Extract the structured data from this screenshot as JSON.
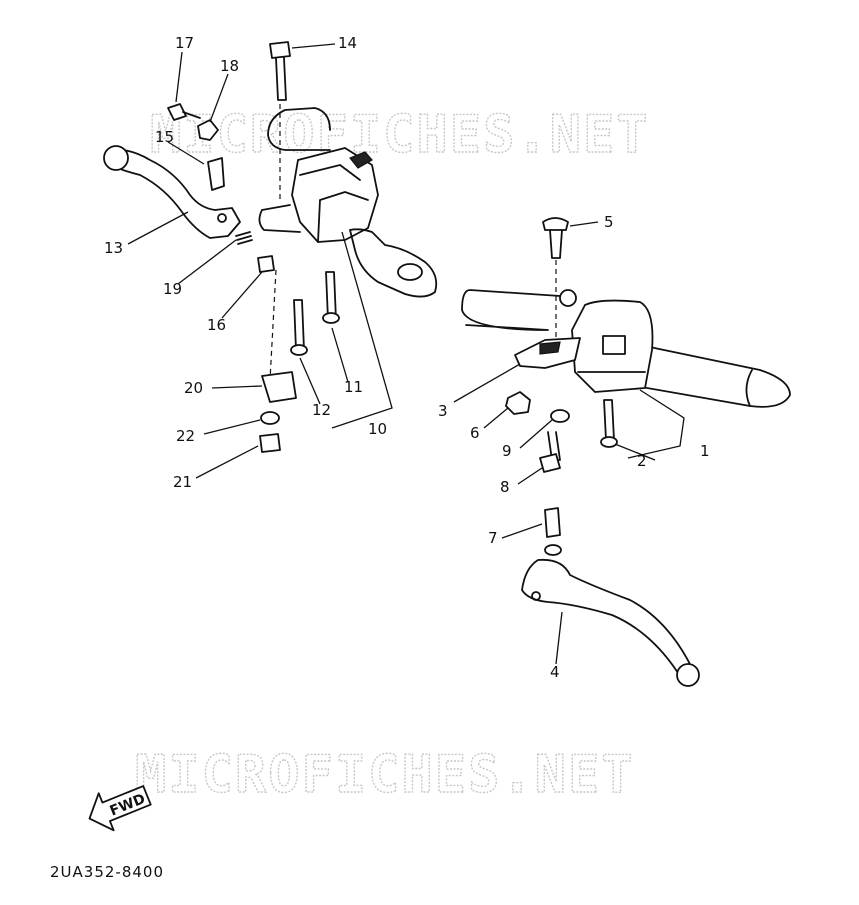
{
  "watermark": {
    "top_text": "MICROFICHES.NET",
    "bottom_text": "MICROFICHES.NET"
  },
  "drawing_code": "2UA352-8400",
  "fwd_label": "FWD",
  "callouts": [
    {
      "id": "1",
      "text": "1"
    },
    {
      "id": "2",
      "text": "2"
    },
    {
      "id": "3",
      "text": "3"
    },
    {
      "id": "4",
      "text": "4"
    },
    {
      "id": "5",
      "text": "5"
    },
    {
      "id": "6",
      "text": "6"
    },
    {
      "id": "7",
      "text": "7"
    },
    {
      "id": "8",
      "text": "8"
    },
    {
      "id": "9",
      "text": "9"
    },
    {
      "id": "10",
      "text": "10"
    },
    {
      "id": "11",
      "text": "11"
    },
    {
      "id": "12",
      "text": "12"
    },
    {
      "id": "13",
      "text": "13"
    },
    {
      "id": "14",
      "text": "14"
    },
    {
      "id": "15",
      "text": "15"
    },
    {
      "id": "16",
      "text": "16"
    },
    {
      "id": "17",
      "text": "17"
    },
    {
      "id": "18",
      "text": "18"
    },
    {
      "id": "19",
      "text": "19"
    },
    {
      "id": "20",
      "text": "20"
    },
    {
      "id": "21",
      "text": "21"
    },
    {
      "id": "22",
      "text": "22"
    }
  ]
}
